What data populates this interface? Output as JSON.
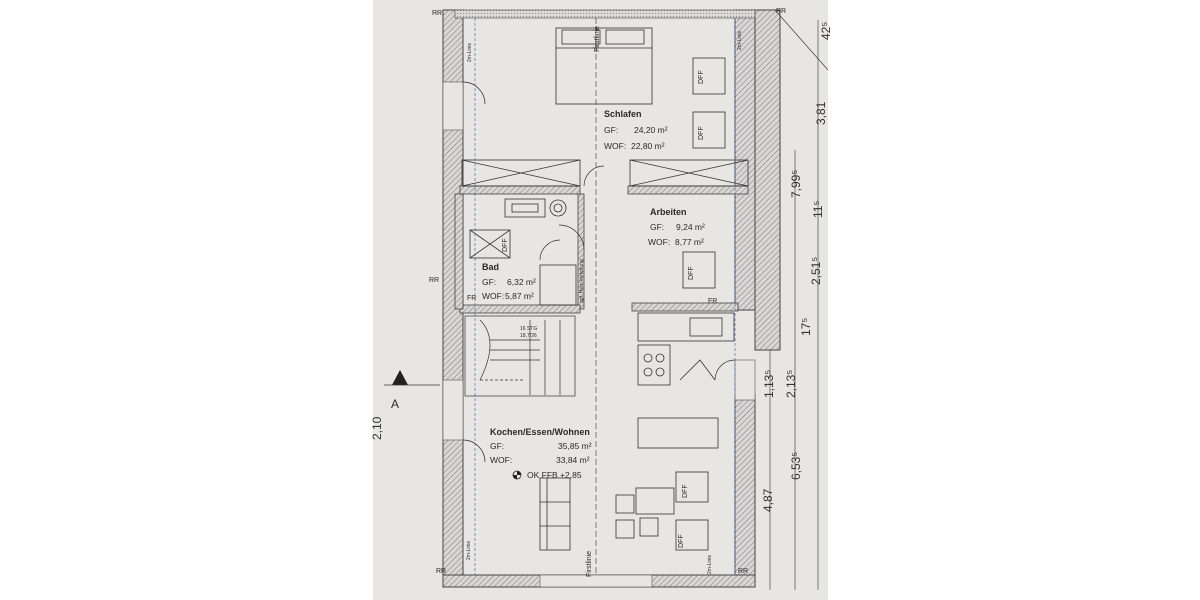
{
  "rooms": {
    "schlafen": {
      "name": "Schlafen",
      "gf_label": "GF:",
      "gf_value": "24,20 m²",
      "wof_label": "WOF:",
      "wof_value": "22,80 m²"
    },
    "arbeiten": {
      "name": "Arbeiten",
      "gf_label": "GF:",
      "gf_value": "9,24 m²",
      "wof_label": "WOF:",
      "wof_value": "8,77 m²"
    },
    "bad": {
      "name": "Bad",
      "gf_label": "GF:",
      "gf_value": "6,32 m²",
      "wof_label": "WOF:",
      "wof_value": "5,87 m²"
    },
    "kochen": {
      "name": "Kochen/Essen/Wohnen",
      "gf_label": "GF:",
      "gf_value": "35,85 m²",
      "wof_label": "WOF:",
      "wof_value": "33,84 m²"
    }
  },
  "level_mark": "OK FFB +2,85",
  "labels": {
    "dff": "DFF",
    "rr": "RR",
    "fr": "FR",
    "firstlinie": "Firstlinie",
    "zwei_m_linie": "2m-Linie",
    "heizverteilung": "ggf. Heiz-Verteilung",
    "stair": "16 STG",
    "stair2": "18,7/26",
    "section": "A"
  },
  "dimensions": {
    "d1": "4,87",
    "d2": "6,53⁵",
    "d3": "1,13⁵",
    "d4": "2,13⁵",
    "d5": "17⁵",
    "d6": "2,51⁵",
    "d7": "11⁵",
    "d8": "7,99⁵",
    "d9": "3,81",
    "d10": "42⁵",
    "d11": "2,10"
  }
}
